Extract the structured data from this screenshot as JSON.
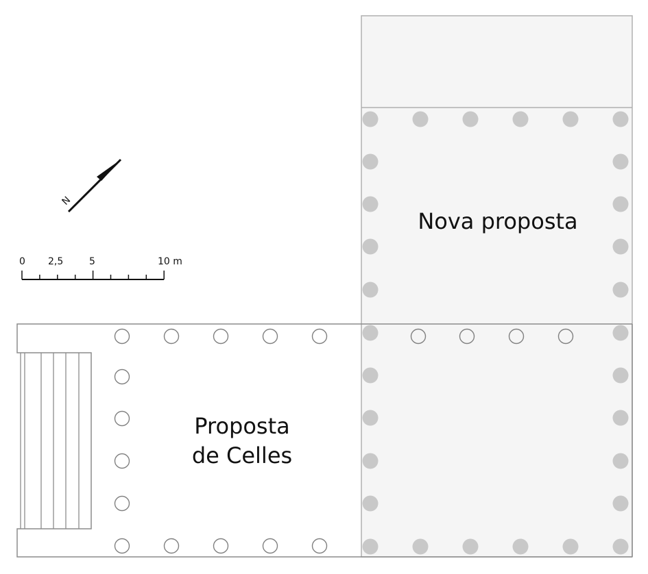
{
  "labels": {
    "new_proposal": "Nova proposta",
    "celles_line1": "Proposta",
    "celles_line2": "de Celles"
  },
  "north_arrow": {
    "letter": "N"
  },
  "scale_bar": {
    "ticks": [
      "0",
      "2,5",
      "5",
      "10 m"
    ]
  },
  "colors": {
    "outline": "#a8a8a8",
    "new_fill": "#f5f5f5",
    "filled_column": "#c8c8c8",
    "open_column": "#808080"
  }
}
